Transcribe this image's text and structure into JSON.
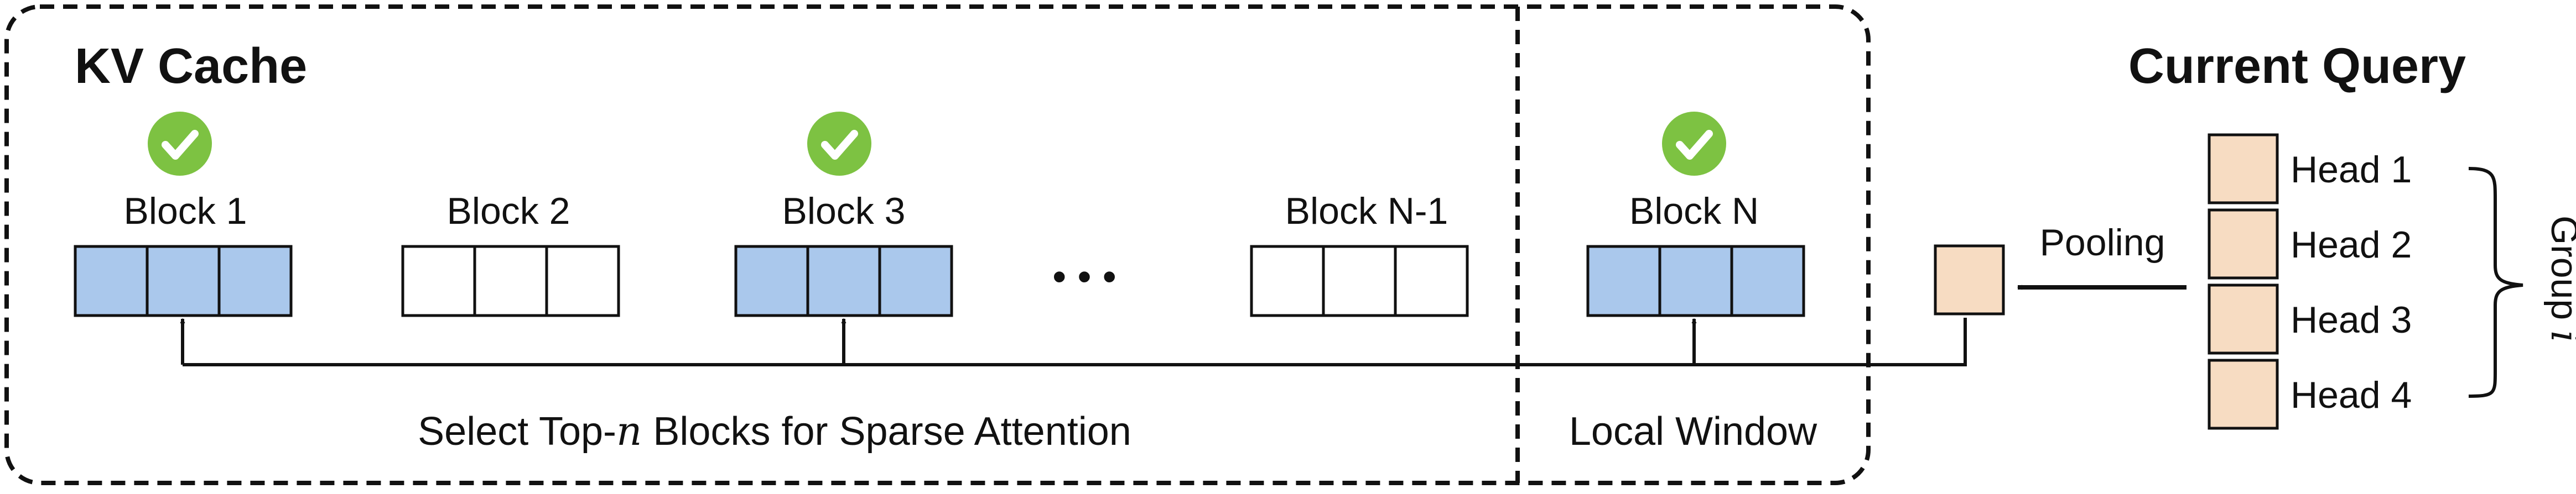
{
  "kv_cache": {
    "title": "KV Cache",
    "blocks": [
      {
        "label": "Block 1",
        "selected": true
      },
      {
        "label": "Block 2",
        "selected": false
      },
      {
        "label": "Block 3",
        "selected": true
      },
      {
        "label": "Block N-1",
        "selected": false
      }
    ],
    "ellipsis": "• • •",
    "select_caption_pre": "Select Top-",
    "select_caption_var": "n",
    "select_caption_post": " Blocks for Sparse Attention"
  },
  "local_window": {
    "block": {
      "label": "Block N",
      "selected": true
    },
    "caption": "Local Window"
  },
  "query": {
    "title": "Current Query",
    "heads": [
      "Head 1",
      "Head 2",
      "Head 3",
      "Head 4"
    ],
    "group_label_pre": "Group ",
    "group_label_var": "i",
    "pooling_label": "Pooling"
  },
  "colors": {
    "selected_block": "#aac8ec",
    "unselected_block": "#ffffff",
    "query_cell": "#f7dcc2",
    "check_badge": "#7dc242",
    "border": "#111111"
  }
}
